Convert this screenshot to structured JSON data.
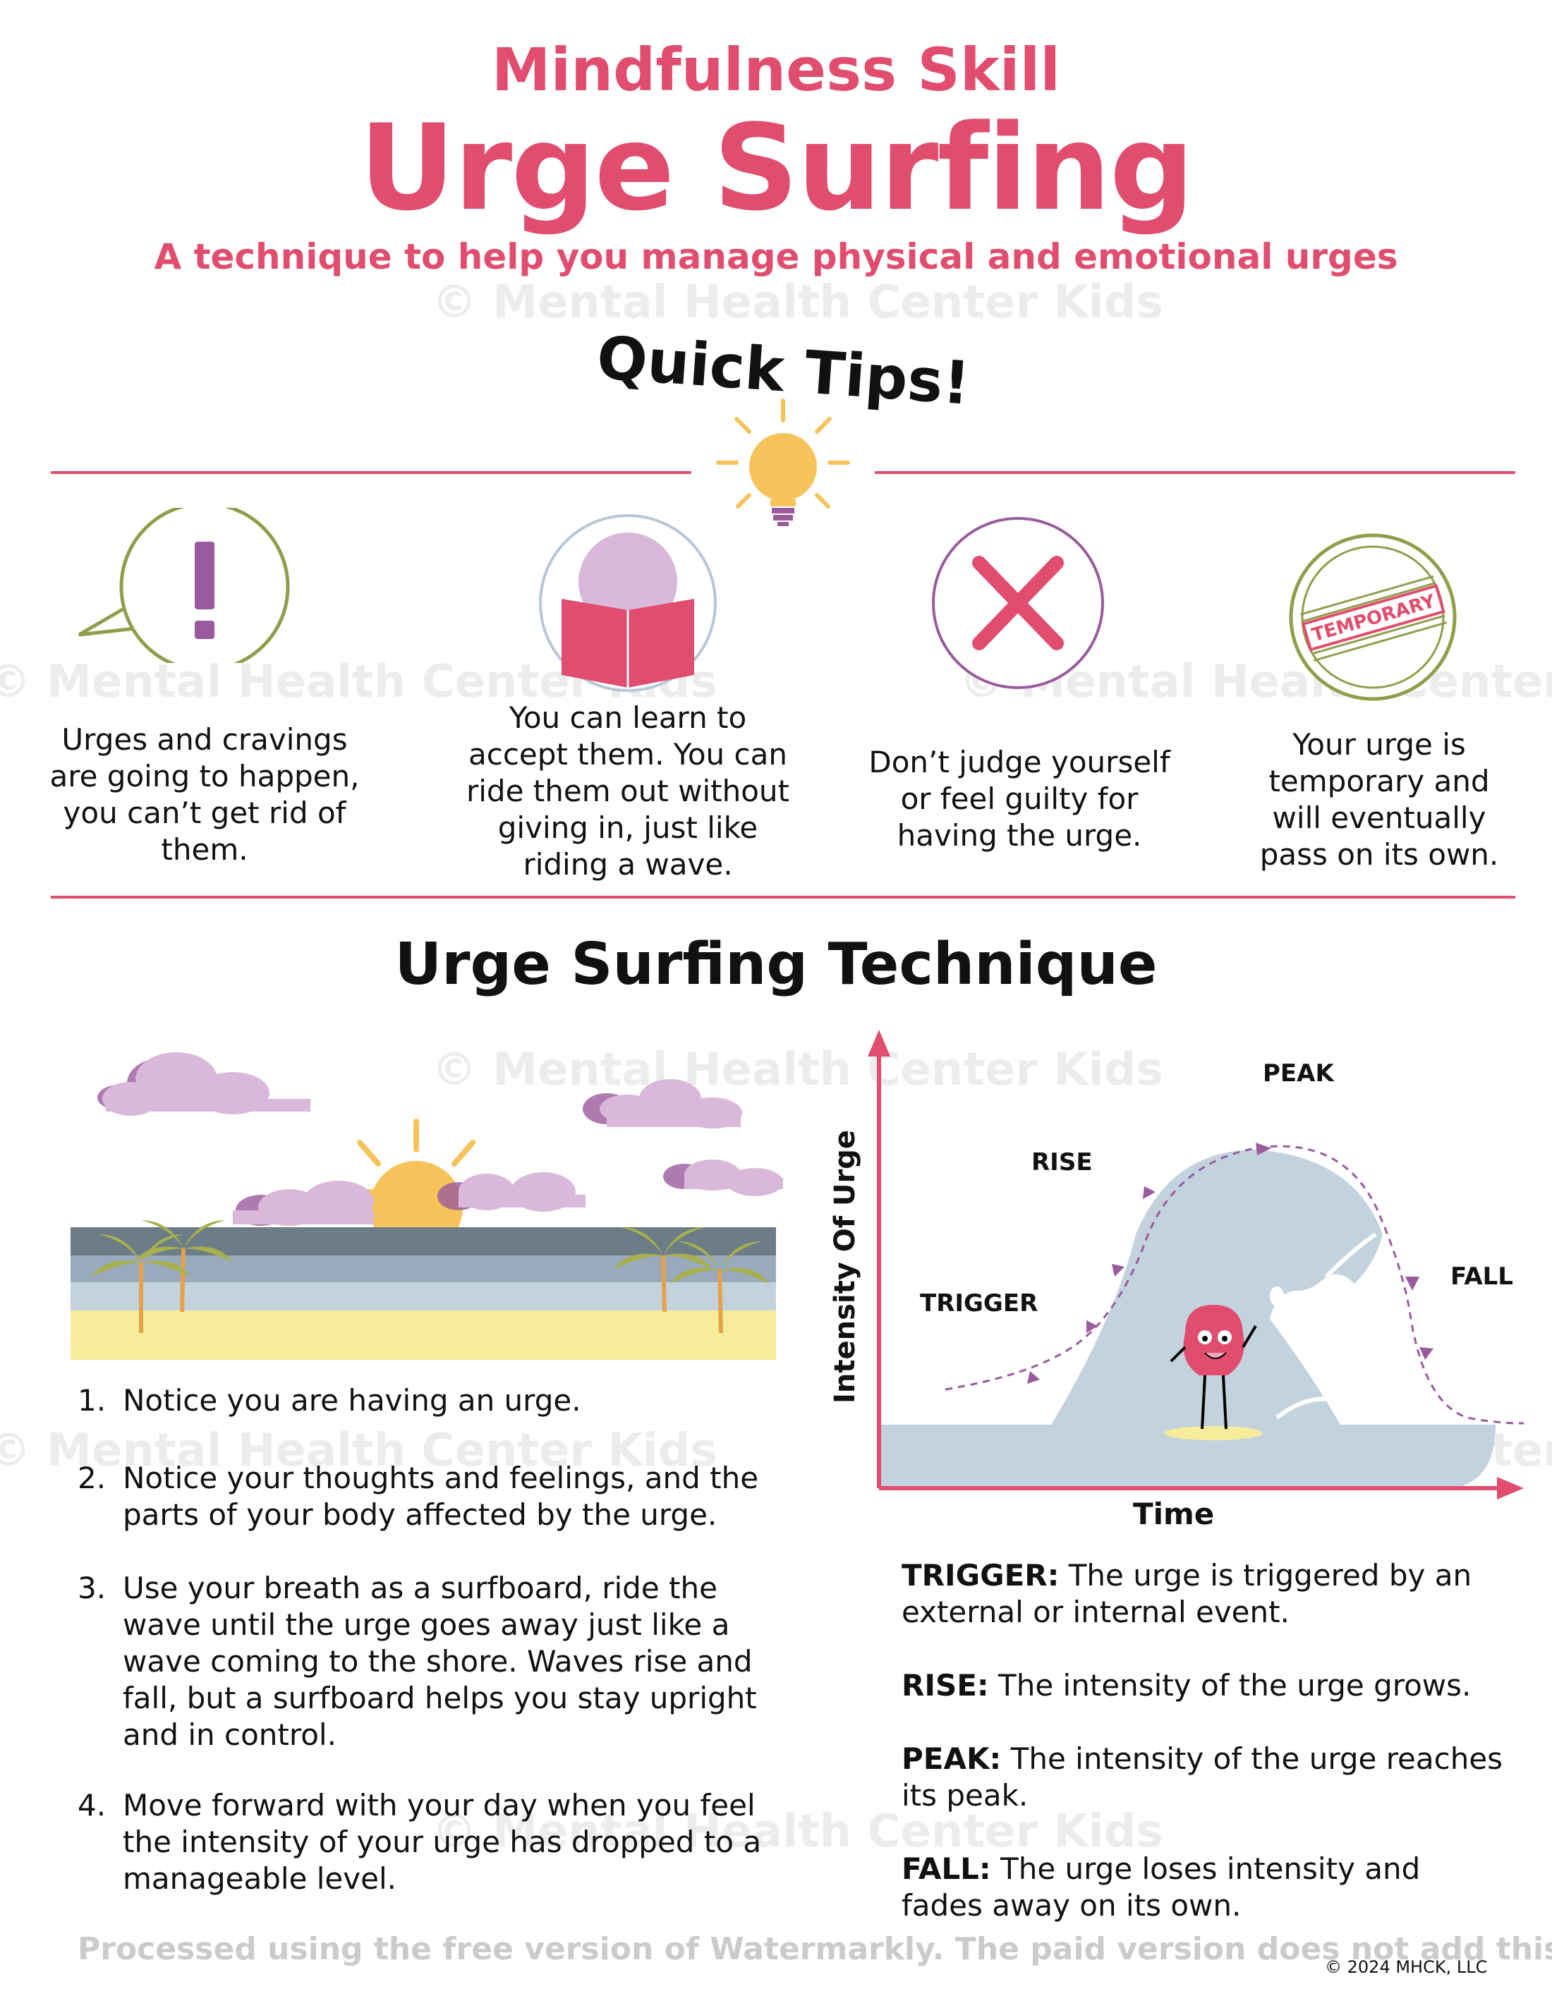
{
  "header": {
    "kicker": "Mindfulness Skill",
    "title": "Urge Surfing",
    "subtitle": "A technique to help you manage physical and emotional urges"
  },
  "quick_tips": {
    "heading": "Quick Tips!",
    "tips": [
      {
        "icon": "speech-bubble-exclamation-icon",
        "text": "Urges and cravings are going to happen, you can’t get rid of them."
      },
      {
        "icon": "person-reading-book-icon",
        "text": "You can learn to accept them.  You can ride them out without giving in, just like riding a wave."
      },
      {
        "icon": "x-mark-icon",
        "text": "Don’t judge yourself or feel guilty for having the urge."
      },
      {
        "icon": "temporary-stamp-icon",
        "stamp_text": "TEMPORARY",
        "text": "Your urge is temporary and will eventually pass on its own."
      }
    ]
  },
  "technique": {
    "heading": "Urge Surfing Technique",
    "steps": [
      {
        "num": "1.",
        "text": "Notice you are having an urge."
      },
      {
        "num": "2.",
        "text": "Notice your thoughts and feelings, and the parts of your body affected by the urge."
      },
      {
        "num": "3.",
        "text": "Use your breath as a surfboard, ride the wave until the urge goes away just like a wave coming to the shore.  Waves rise and fall, but a surfboard helps you stay upright and in control."
      },
      {
        "num": "4.",
        "text": "Move forward with your day when you feel the intensity of your urge has dropped to a manageable level."
      }
    ]
  },
  "diagram": {
    "y_axis": "Intensity Of Urge",
    "x_axis": "Time",
    "stages": {
      "trigger": "TRIGGER",
      "rise": "RISE",
      "peak": "PEAK",
      "fall": "FALL"
    }
  },
  "definitions": [
    {
      "term": "TRIGGER:",
      "text": " The urge is triggered by an external or internal event."
    },
    {
      "term": "RISE:",
      "text": " The intensity of the urge grows."
    },
    {
      "term": "PEAK:",
      "text": " The intensity of the urge reaches its peak."
    },
    {
      "term": "FALL:",
      "text": " The urge loses intensity and fades away on its own."
    }
  ],
  "footer": {
    "copyright": "© 2024 MHCK, LLC",
    "processed_watermark": "Processed using the free version of Watermarkly. The paid version does not add this mark.",
    "brand_watermark": "© Mental Health Center Kids"
  },
  "colors": {
    "accent": "#e14d6e",
    "olive": "#8f9e4a",
    "purple": "#9a5a9e",
    "lavender": "#d9b8d9",
    "wave": "#c3d3de",
    "sun": "#f5c35a",
    "sand": "#f6ec9a"
  }
}
